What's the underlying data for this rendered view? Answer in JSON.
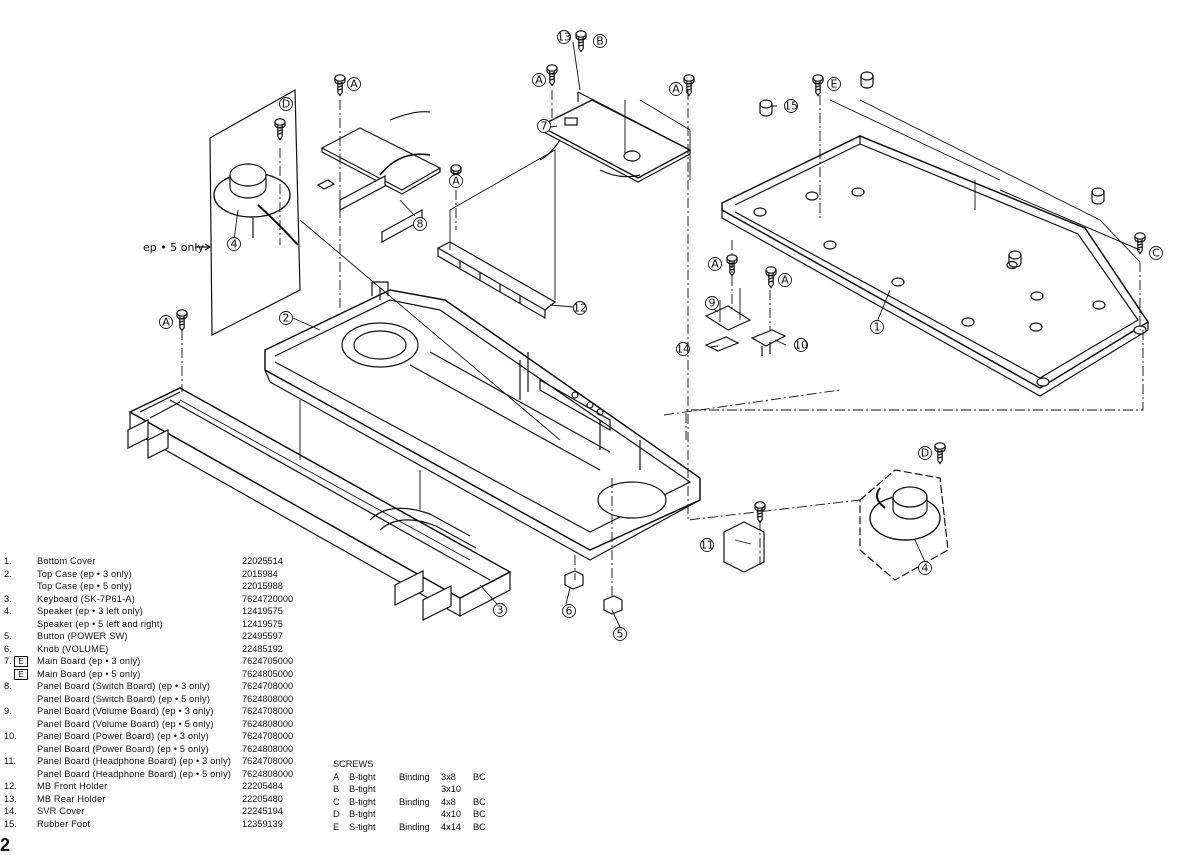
{
  "note": "ep • 5 only",
  "page_number": "2",
  "callouts": {
    "c1": "1",
    "c2": "2",
    "c3": "3",
    "c4a": "4",
    "c4b": "4",
    "c5": "5",
    "c6": "6",
    "c7": "7",
    "c8": "8",
    "c9": "9",
    "c10": "10",
    "c11": "11",
    "c12": "12",
    "c13": "13",
    "c14": "14",
    "c15": "15",
    "sA1": "A",
    "sA2": "A",
    "sA3": "A",
    "sA4": "A",
    "sA5": "A",
    "sA6": "A",
    "sA7": "A",
    "sB": "B",
    "sC": "C",
    "sD1": "D",
    "sD2": "D",
    "sE": "E"
  },
  "parts_list": [
    {
      "num": "1.",
      "e": false,
      "desc": "Bottom Cover",
      "part_no": "22025514"
    },
    {
      "num": "2.",
      "e": false,
      "desc": "Top Case (ep • 3 only)",
      "part_no": "2015984"
    },
    {
      "num": "",
      "e": false,
      "desc": "Top Case (ep • 5 only)",
      "part_no": "22015988"
    },
    {
      "num": "3.",
      "e": false,
      "desc": "Keyboard (SK-7P61-A)",
      "part_no": "7624720000"
    },
    {
      "num": "4.",
      "e": false,
      "desc": "Speaker (ep • 3 left only)",
      "part_no": "12419575"
    },
    {
      "num": "",
      "e": false,
      "desc": "Speaker (ep • 5 left and right)",
      "part_no": "12419575"
    },
    {
      "num": "5.",
      "e": false,
      "desc": "Button (POWER SW)",
      "part_no": "22495597"
    },
    {
      "num": "6.",
      "e": false,
      "desc": "Knob (VOLUME)",
      "part_no": "22485192"
    },
    {
      "num": "7.",
      "e": true,
      "desc": "Main Board (ep • 3 only)",
      "part_no": "7624705000"
    },
    {
      "num": "",
      "e": true,
      "desc": "Main Board (ep • 5 only)",
      "part_no": "7624805000"
    },
    {
      "num": "8.",
      "e": false,
      "desc": "Panel Board (Switch Board) (ep • 3 only)",
      "part_no": "7624708000"
    },
    {
      "num": "",
      "e": false,
      "desc": "Panel Board (Switch Board) (ep • 5 only)",
      "part_no": "7624808000"
    },
    {
      "num": "9.",
      "e": false,
      "desc": "Panel Board (Volume Board) (ep • 3 only)",
      "part_no": "7624708000"
    },
    {
      "num": "",
      "e": false,
      "desc": "Panel Board (Volume Board) (ep • 5 only)",
      "part_no": "7624808000"
    },
    {
      "num": "10.",
      "e": false,
      "desc": "Panel Board (Power Board) (ep • 3 only)",
      "part_no": "7624708000"
    },
    {
      "num": "",
      "e": false,
      "desc": "Panel Board (Power Board) (ep • 5 only)",
      "part_no": "7624808000"
    },
    {
      "num": "11.",
      "e": false,
      "desc": "Panel Board (Headphone Board) (ep • 3 only)",
      "part_no": "7624708000"
    },
    {
      "num": "",
      "e": false,
      "desc": "Panel Board (Headphone Board) (ep • 5 only)",
      "part_no": "7624808000"
    },
    {
      "num": "12.",
      "e": false,
      "desc": "MB Front Holder",
      "part_no": "22205484"
    },
    {
      "num": "13.",
      "e": false,
      "desc": "MB Rear Holder",
      "part_no": "22205480"
    },
    {
      "num": "14.",
      "e": false,
      "desc": "SVR Cover",
      "part_no": "22245194"
    },
    {
      "num": "15.",
      "e": false,
      "desc": "Rubber Foot",
      "part_no": "12359139"
    }
  ],
  "e_mark": "E",
  "screws": {
    "title": "SCREWS",
    "rows": [
      {
        "key": "A",
        "type": "B-tight",
        "head": "Binding",
        "size": "3x8",
        "finish": "BC"
      },
      {
        "key": "B",
        "type": "B-tight",
        "head": "",
        "size": "3x10",
        "finish": ""
      },
      {
        "key": "C",
        "type": "B-tight",
        "head": "Binding",
        "size": "4x8",
        "finish": "BC"
      },
      {
        "key": "D",
        "type": "B-tight",
        "head": "",
        "size": "4x10",
        "finish": "BC"
      },
      {
        "key": "E",
        "type": "S-tight",
        "head": "Binding",
        "size": "4x14",
        "finish": "BC"
      }
    ]
  }
}
